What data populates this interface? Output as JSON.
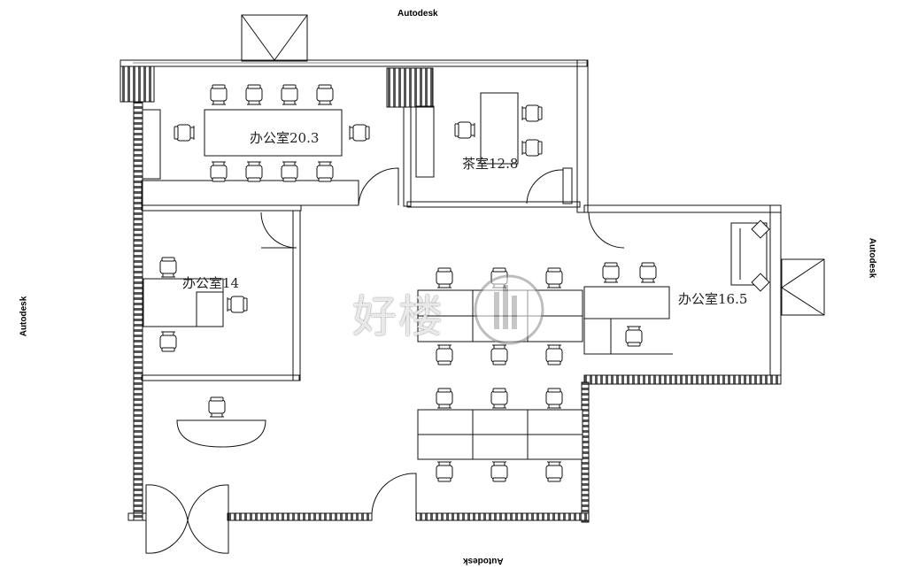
{
  "watermarks": {
    "top": "Autodesk",
    "bottom": "Autodesk",
    "left": "Autodesk",
    "right": "Autodesk"
  },
  "brand_logo_text": "好楼",
  "rooms": {
    "meeting": "办公室20.3",
    "tea": "茶室12.8",
    "office_left": "办公室14",
    "office_right": "办公室16.5"
  }
}
